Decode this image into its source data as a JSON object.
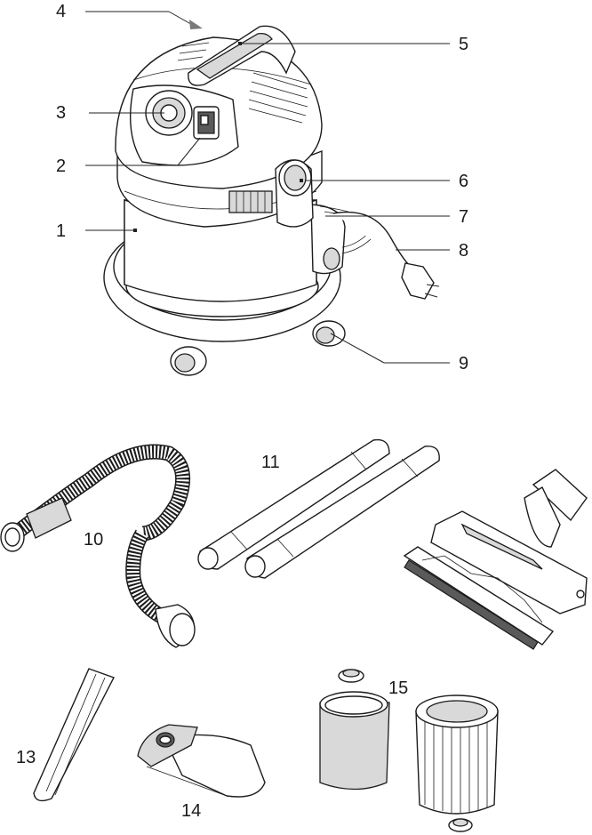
{
  "figure": {
    "labels": [
      {
        "id": "1",
        "text": "1"
      },
      {
        "id": "2",
        "text": "2"
      },
      {
        "id": "3",
        "text": "3"
      },
      {
        "id": "4",
        "text": "4"
      },
      {
        "id": "5",
        "text": "5"
      },
      {
        "id": "6",
        "text": "6"
      },
      {
        "id": "7",
        "text": "7"
      },
      {
        "id": "8",
        "text": "8"
      },
      {
        "id": "9",
        "text": "9"
      },
      {
        "id": "10",
        "text": "10"
      },
      {
        "id": "11",
        "text": "11"
      },
      {
        "id": "13",
        "text": "13"
      },
      {
        "id": "14",
        "text": "14"
      },
      {
        "id": "15",
        "text": "15"
      }
    ]
  }
}
